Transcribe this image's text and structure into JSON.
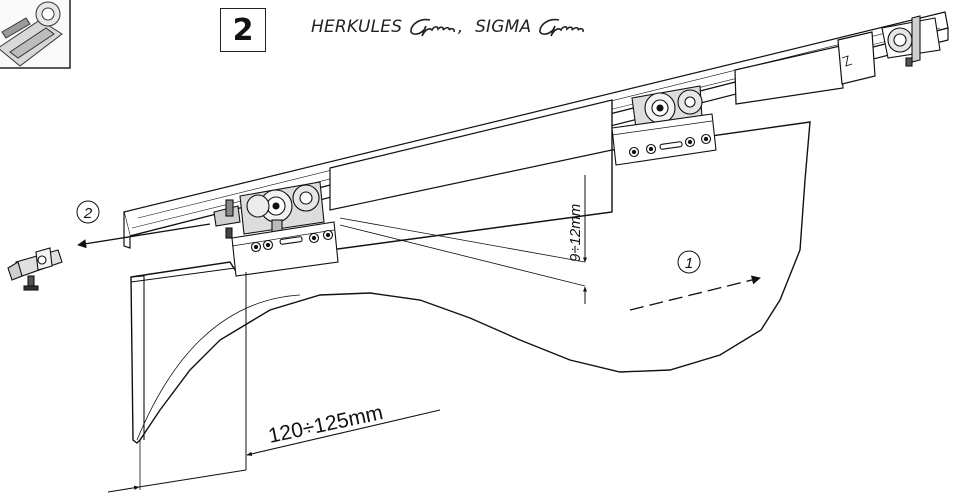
{
  "step": {
    "number": "2"
  },
  "header": {
    "product_1": "HERKULES",
    "separator": ",",
    "product_2": "SIGMA",
    "logo_script_1": "Glass",
    "logo_script_2": "Glass"
  },
  "callouts": {
    "direction_marker": "1",
    "remove_marker": "2"
  },
  "dimensions": {
    "vertical_gap": "9÷12mm",
    "horizontal_offset": "120÷125mm"
  },
  "icons": {
    "corner_thumbnail": "installation-thumbnail-icon",
    "signature": "glass-script-logo"
  }
}
